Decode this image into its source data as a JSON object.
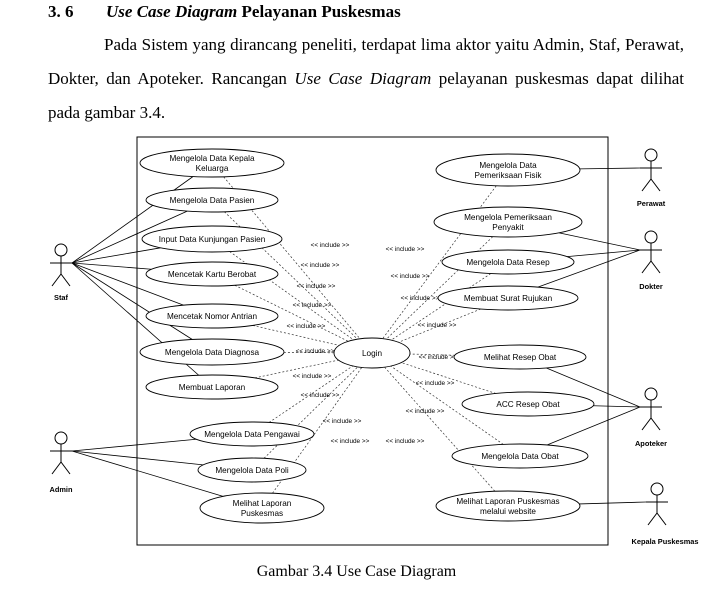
{
  "section": {
    "number": "3. 6",
    "title_italic": "Use Case Diagram",
    "title_rest": " Pelayanan Puskesmas"
  },
  "paragraph": {
    "part1": "Pada Sistem yang dirancang peneliti, terdapat lima aktor yaitu Admin, Staf, Perawat, Dokter, dan Apoteker. Rancangan ",
    "italic": "Use Case Diagram",
    "part2": " pelayanan puskesmas  dapat dilihat pada gambar 3.4."
  },
  "diagram": {
    "center_usecase": "Login",
    "include_label": "<< include >>",
    "actors": {
      "staf": "Staf",
      "admin": "Admin",
      "perawat": "Perawat",
      "dokter": "Dokter",
      "apoteker": "Apoteker",
      "kepala": "Kepala Puskesmas"
    },
    "usecases_left": [
      [
        "Mengelola Data Kepala",
        "Keluarga"
      ],
      [
        "Mengelola Data Pasien"
      ],
      [
        "Input Data Kunjungan Pasien"
      ],
      [
        "Mencetak Kartu Berobat"
      ],
      [
        "Mencetak Nomor Antrian"
      ],
      [
        "Mengelola Data Diagnosa"
      ],
      [
        "Membuat Laporan"
      ],
      [
        "Mengelola Data Pengawai"
      ],
      [
        "Mengelola Data Poli"
      ],
      [
        "Melihat Laporan",
        "Puskesmas"
      ]
    ],
    "usecases_right": [
      [
        "Mengelola Data",
        "Pemeriksaan Fisik"
      ],
      [
        "Mengelola Pemeriksaan",
        "Penyakit"
      ],
      [
        "Mengelola Data Resep"
      ],
      [
        "Membuat Surat Rujukan"
      ],
      [
        "Melihat Resep Obat"
      ],
      [
        "ACC Resep Obat"
      ],
      [
        "Mengelola Data Obat"
      ],
      [
        "Melihat Laporan Puskesmas",
        "melalui website"
      ]
    ]
  },
  "caption": "Gambar 3.4 Use Case Diagram"
}
